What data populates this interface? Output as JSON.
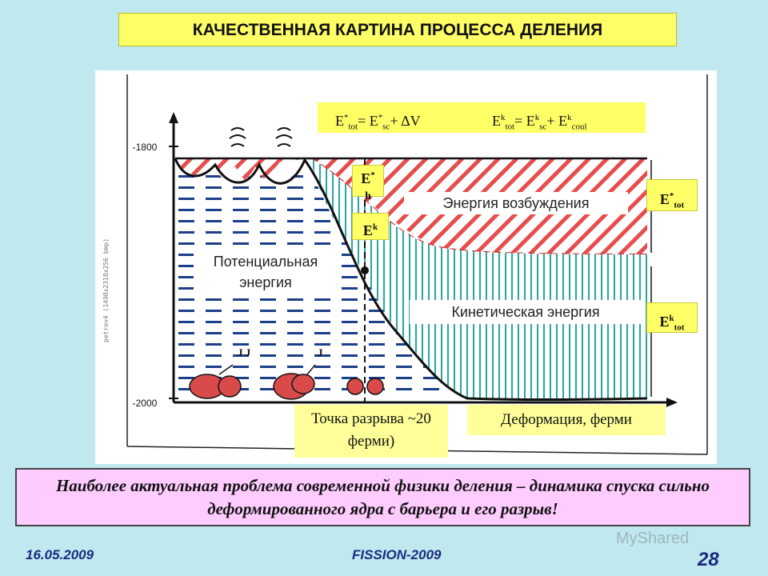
{
  "title": "КАЧЕСТВЕННАЯ КАРТИНА ПРОЦЕССА ДЕЛЕНИЯ",
  "equation": {
    "left": {
      "lhs_main": "E",
      "lhs_sup": "*",
      "lhs_sub": "tot",
      "eq": " = E",
      "sup2": "*",
      "sub2": "sc",
      "rest": " + ΔV"
    },
    "right": {
      "lhs_main": "E",
      "lhs_sup": "k",
      "lhs_sub": "tot",
      "eq": " = E",
      "sup2": "k",
      "sub2": "sc",
      "plus": "+ E",
      "sup3": "k",
      "sub3": "coul"
    }
  },
  "axis": {
    "y_top": "-1800",
    "y_bottom": "-2000",
    "vertical_note": "petrov4 (1490x2318x256 bmp)"
  },
  "regions": {
    "potential": "Потенциальная энергия",
    "excitation": "Энергия возбуждения",
    "kinetic": "Кинетическая энергия"
  },
  "side_boxes": {
    "e_star_h": {
      "main": "E",
      "sup": "*",
      "sub": "h"
    },
    "e_k": {
      "main": "E",
      "sup": "k"
    },
    "e_star_tot": {
      "main": "E",
      "sup": "*",
      "sub": "tot"
    },
    "e_k_tot": {
      "main": "E",
      "sup": "k",
      "sub": "tot"
    }
  },
  "j_labels": {
    "first": "J J",
    "second": "J"
  },
  "captions": {
    "scission": "Точка разрыва ~20 ферми)",
    "deformation": "Деформация, ферми"
  },
  "statement": "Наиболее актуальная проблема современной физики деления – динамика спуска сильно деформированного ядра с барьера и его разрыв!",
  "footer": {
    "date": "16.05.2009",
    "conference": "FISSION-2009",
    "page": "28",
    "watermark": "MyShared"
  },
  "colors": {
    "background": "#bfe9ee",
    "highlight": "#ffff66",
    "excitation": "#e23a3a",
    "kinetic": "#2aa6a0",
    "potential": "#1c3f8a",
    "bottom_box": "#ffccff"
  }
}
